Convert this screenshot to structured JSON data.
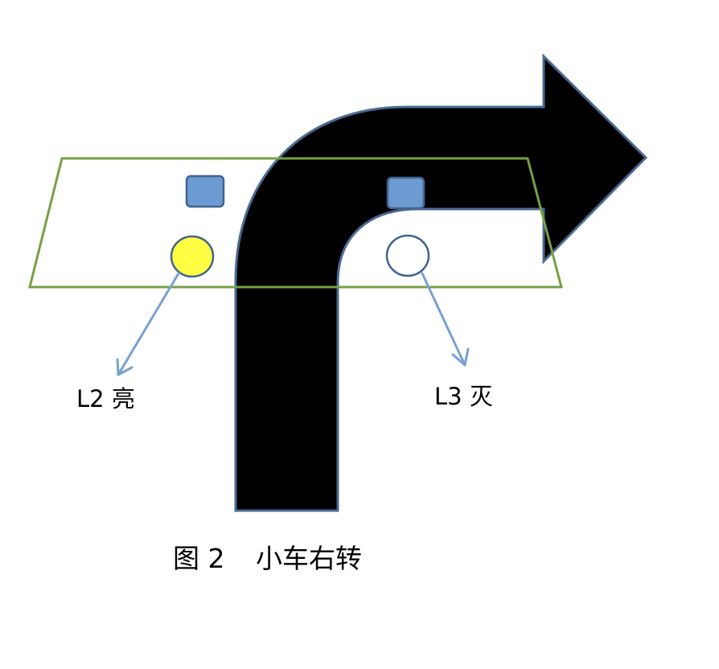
{
  "sensors": {
    "left_sensor": {
      "label": "L2 亮",
      "led_color": "#ffff44"
    },
    "right_sensor": {
      "label": "L3 灭",
      "led_color": "#ffffff"
    }
  },
  "caption": {
    "figure_number": "图 2",
    "title": "小车右转"
  },
  "colors": {
    "arrow_fill": "#000000",
    "arrow_outline": "#4a6a92",
    "car_frame": "#77a045",
    "sensor_block": "#6c9bd2",
    "led_outline": "#41648c",
    "pointer_line": "#7aa0d2"
  },
  "icons": {
    "turn_arrow": "turn-right-arrow-icon"
  }
}
